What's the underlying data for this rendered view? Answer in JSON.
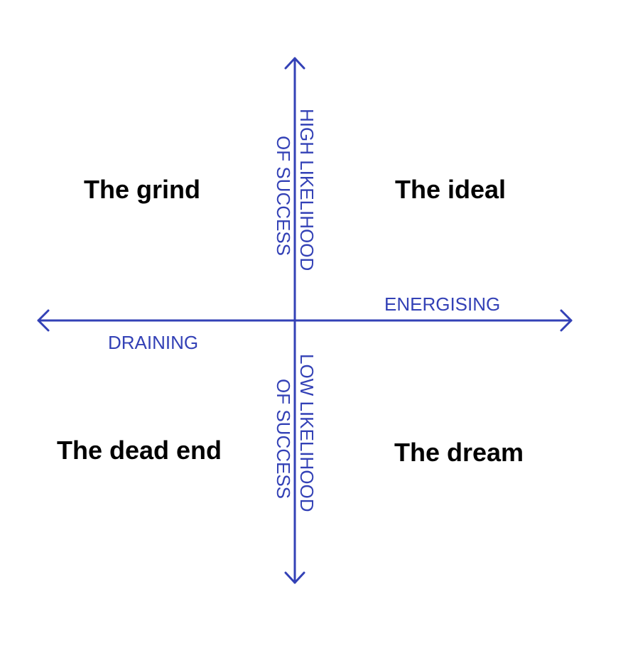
{
  "colors": {
    "axis": "#3341b6",
    "quadrant_text": "#000000",
    "background": "#ffffff"
  },
  "axes": {
    "vertical": {
      "top_line1": "HIGH LIKELIHOOD",
      "top_line2": "OF SUCCESS",
      "bottom_line1": "LOW LIKELIHOOD",
      "bottom_line2": "OF SUCCESS"
    },
    "horizontal": {
      "right": "ENERGISING",
      "left": "DRAINING"
    }
  },
  "quadrants": {
    "top_left": "The grind",
    "top_right": "The ideal",
    "bottom_left": "The dead end",
    "bottom_right": "The dream"
  }
}
